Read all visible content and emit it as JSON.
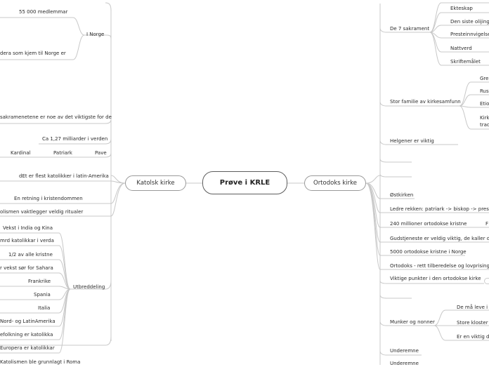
{
  "central": "Prøve i KRLE",
  "left": {
    "title": "Katolsk kirke",
    "norge": {
      "label": "I Norge",
      "children": [
        "55 000 medlemmar",
        "dera som kjem til Norge er"
      ]
    },
    "items": [
      "sakramenetene er noe av det viktigste for de",
      "Ca 1,27 milliarder i verden"
    ],
    "hierarchy": [
      "Kardinal",
      "Patriark",
      "Pave"
    ],
    "items2": [
      "dEt er flest katolikker i latin-Amerika",
      "En retning i kristendommen",
      "olismen vaktlegger veldig ritualer"
    ],
    "utbredelse": {
      "label": "Utbreddeling",
      "children": [
        "Vekst i India og Kina",
        "mrd katolikkar i verda",
        "1/2 av alle kristne",
        "r vekst sør for Sahara",
        "Frankrike",
        "Spania",
        "Italia",
        "Nord- og LatinAmerika",
        "efolkning er katolikka",
        "Europera er katolikkar"
      ]
    },
    "bottom": "Katolismen ble grunnlagt i Roma"
  },
  "right": {
    "title": "Ortodoks kirke",
    "sakrament": {
      "label": "De 7 sakrament",
      "children": [
        "Ekteskap",
        "Den siste olijing",
        "Presteinnvigelse",
        "Nattverd",
        "Skriftemålet"
      ]
    },
    "familie": {
      "label": "Stor familie av kirkesamfunn",
      "children": [
        "Gre",
        "Rus",
        "Etio",
        "Kirk",
        "trad"
      ]
    },
    "helgener": "Helgener er viktig",
    "items": [
      "Østkirken",
      "Ledre rekken: patriark -> biskop -> prest ->",
      "240 millioner ortodokse kristne",
      "Gudstjeneste er veldig viktig, de kaller det",
      "5000 ortodokse kristne i Norge",
      "Ortodoks - rett tilberedelse og lovprising",
      "Viktige punkter i den ortodokse kirke"
    ],
    "side_letter": "F",
    "munker": {
      "label": "Munker og nonner",
      "children": [
        "De må leve i s",
        "Store kloster",
        "Er en viktig de"
      ]
    },
    "underemne": [
      "Underemne",
      "Underemne"
    ]
  }
}
